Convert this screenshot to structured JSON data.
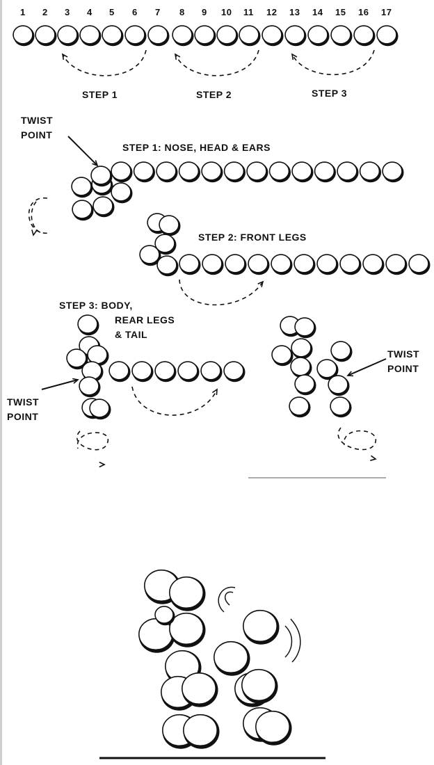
{
  "bead_numbers": [
    "1",
    "2",
    "3",
    "4",
    "5",
    "6",
    "7",
    "8",
    "9",
    "10",
    "11",
    "12",
    "13",
    "14",
    "15",
    "16",
    "17"
  ],
  "step_labels": {
    "step1": "STEP 1",
    "step2": "STEP 2",
    "step3": "STEP 3"
  },
  "sections": {
    "nose_head_ears": "STEP 1:  NOSE, HEAD & EARS",
    "front_legs": "STEP 2:  FRONT LEGS",
    "body_rear_tail": [
      "STEP 3:  BODY,",
      "REAR LEGS",
      "& TAIL"
    ]
  },
  "twist_point": [
    "TWIST",
    "POINT"
  ],
  "colors": {
    "ink": "#111111",
    "bead": "#ffffff",
    "paper": "#ffffff"
  }
}
